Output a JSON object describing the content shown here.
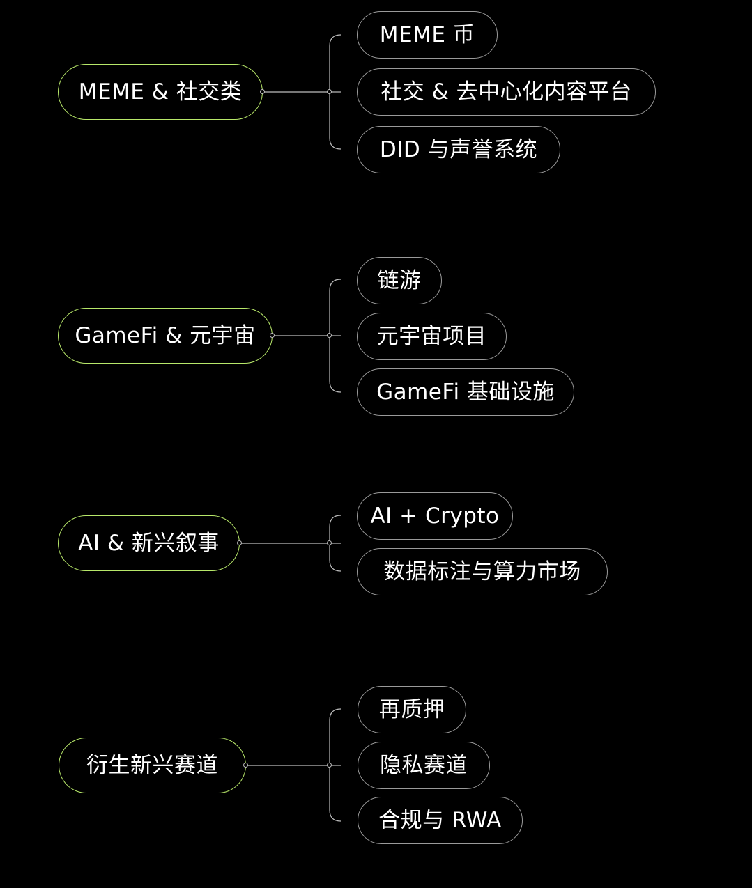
{
  "colors": {
    "background": "#000000",
    "category_border": "#b8e86a",
    "item_border": "#9a9a9a",
    "connector": "#bdbdbd",
    "text": "#ffffff"
  },
  "groups": [
    {
      "category": "MEME & 社交类",
      "items": [
        "MEME 币",
        "社交 & 去中心化内容平台",
        "DID 与声誉系统"
      ]
    },
    {
      "category": "GameFi & 元宇宙",
      "items": [
        "链游",
        "元宇宙项目",
        "GameFi 基础设施"
      ]
    },
    {
      "category": "AI & 新兴叙事",
      "items": [
        "AI + Crypto",
        "数据标注与算力市场"
      ]
    },
    {
      "category": "衍生新兴赛道",
      "items": [
        "再质押",
        "隐私赛道",
        "合规与 RWA"
      ]
    }
  ]
}
